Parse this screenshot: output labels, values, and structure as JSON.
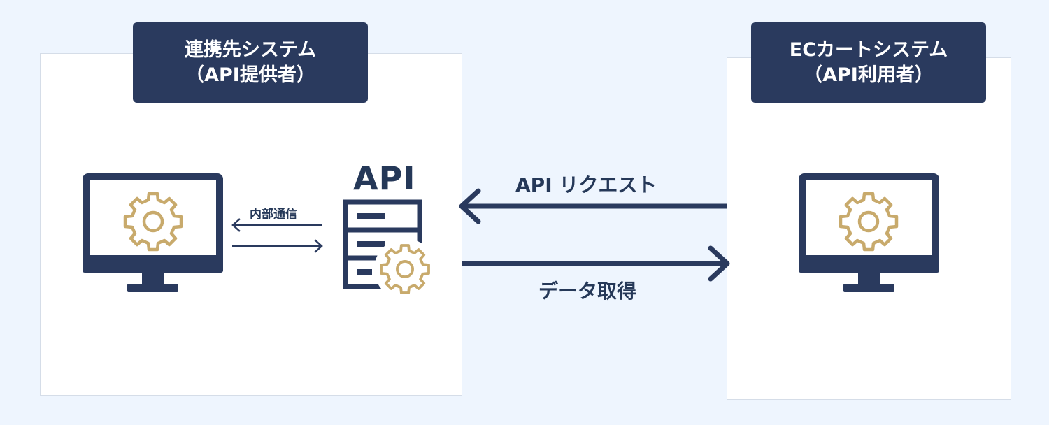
{
  "provider": {
    "title_line1": "連携先システム",
    "title_line2": "（API提供者）"
  },
  "consumer": {
    "title_line1": "ECカートシステム",
    "title_line2": "（API利用者）"
  },
  "api": {
    "label": "API"
  },
  "flows": {
    "internal": "内部通信",
    "request": "API リクエスト",
    "fetch": "データ取得"
  },
  "colors": {
    "navy": "#2a3a5e",
    "gold": "#c8aa6c",
    "background": "#eef5fe",
    "panel": "#ffffff"
  },
  "icons": [
    "monitor-icon",
    "gear-icon",
    "server-icon",
    "arrow-left-icon",
    "arrow-right-icon"
  ]
}
